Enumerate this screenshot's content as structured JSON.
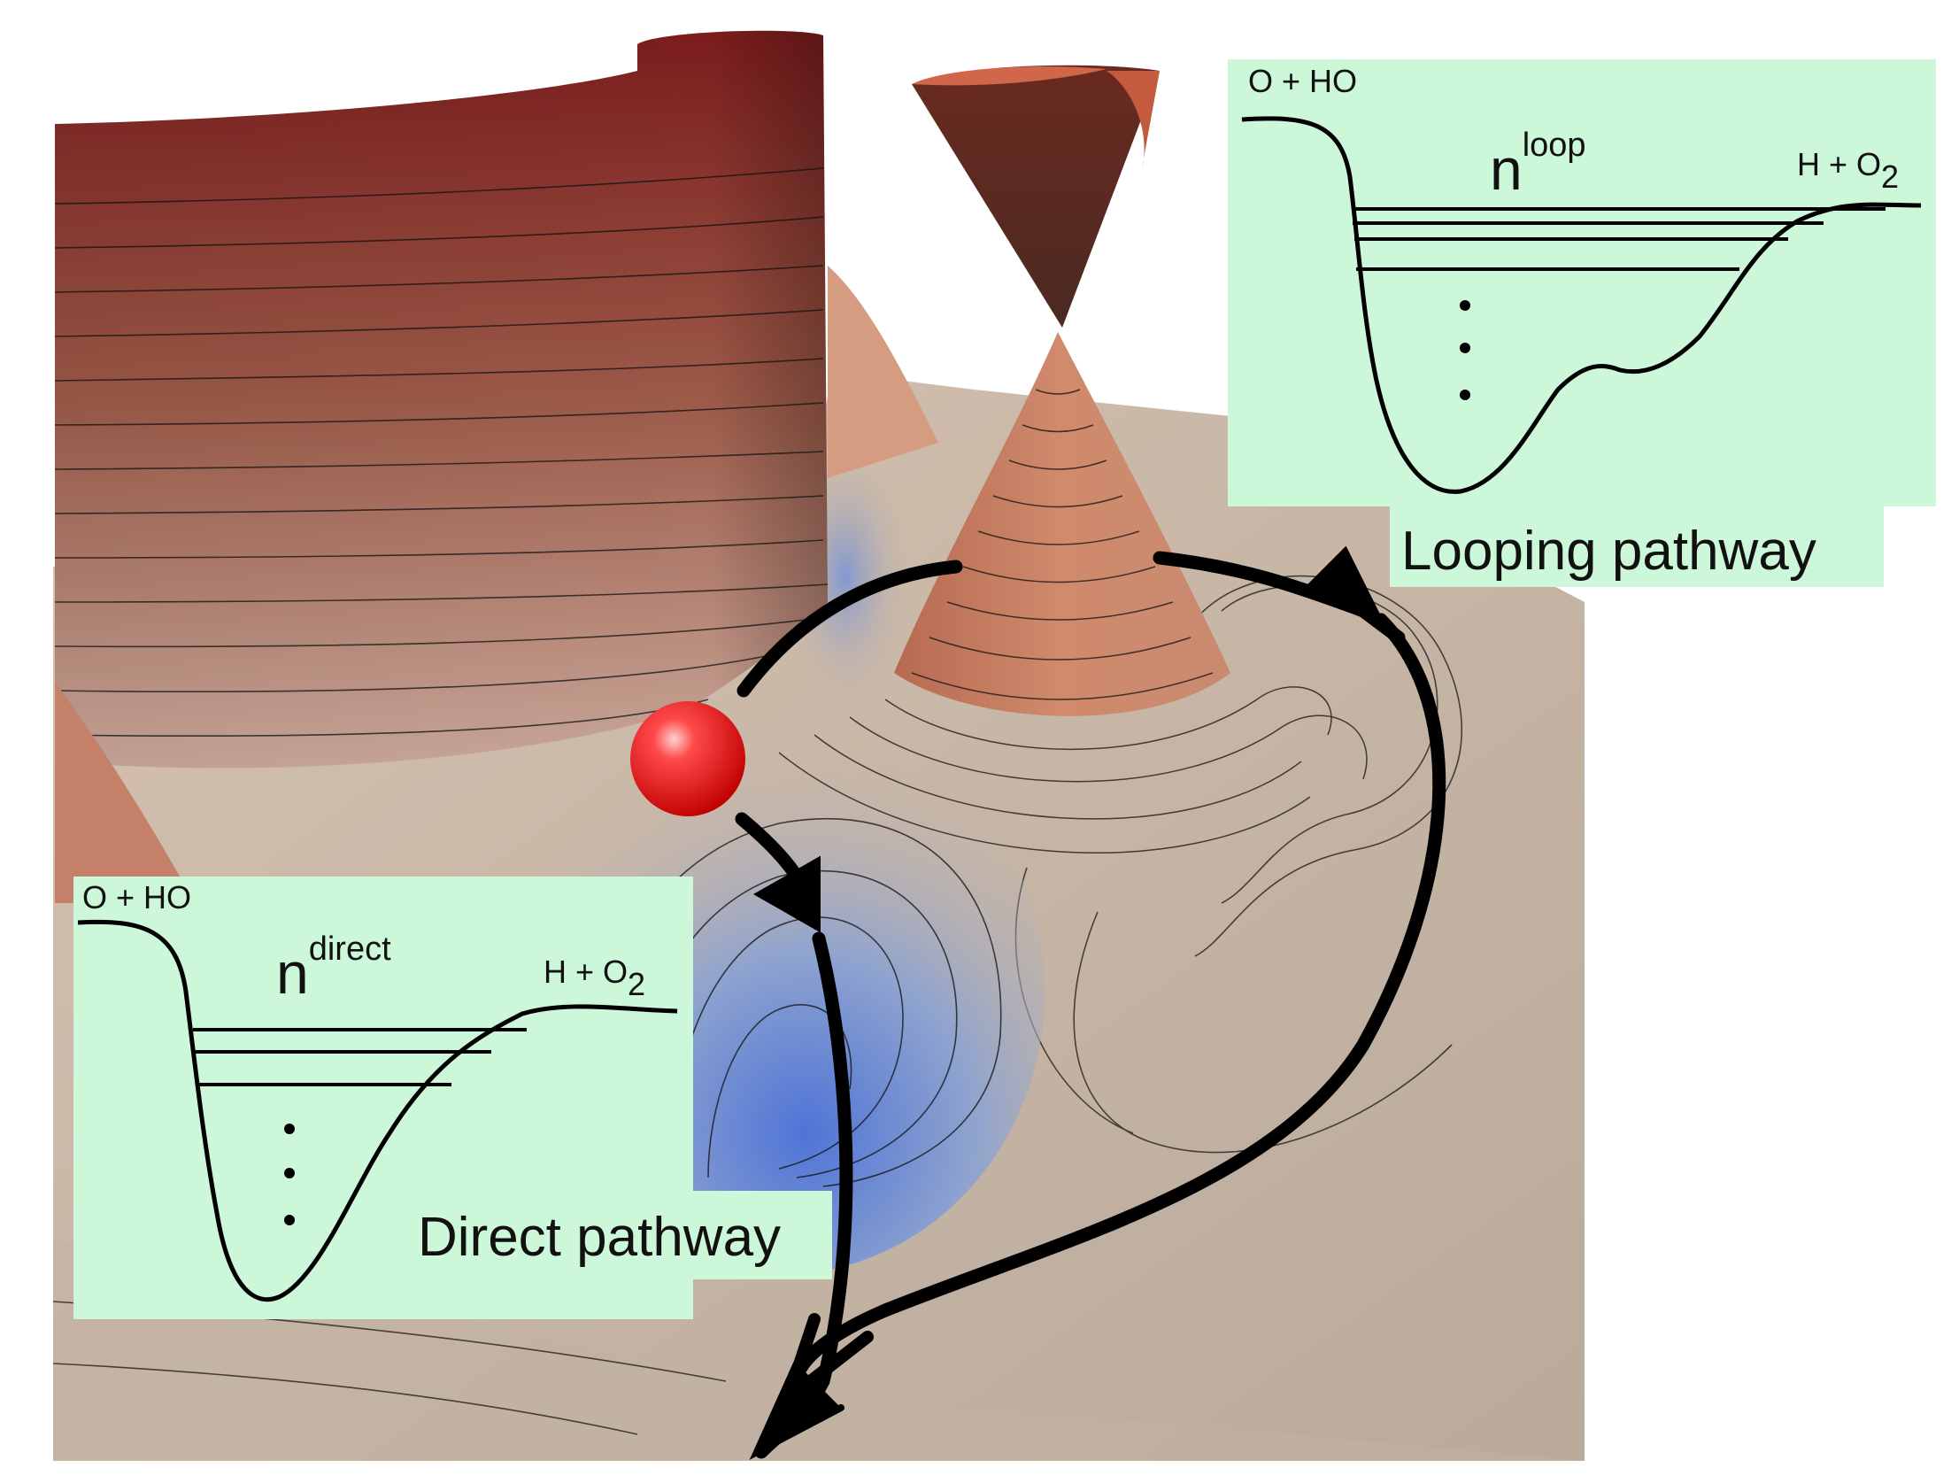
{
  "direct_inset": {
    "reactant": "O + HO",
    "level_symbol": "n",
    "level_superscript": "direct",
    "product_prefix": "H + O",
    "product_subscript": "2",
    "caption": "Direct pathway"
  },
  "looping_inset": {
    "reactant": "O + HO",
    "level_symbol": "n",
    "level_superscript": "loop",
    "product_prefix": "H + O",
    "product_subscript": "2",
    "caption": "Looping pathway"
  },
  "colors": {
    "inset_fill": "#ccf7d9",
    "particle": "#ff2a2a",
    "surface_base": "#c8b8a8",
    "wall_top": "#7a1a1a",
    "cone": "#c77a5e",
    "well": "#5c7fd0",
    "arrow": "#000000"
  }
}
